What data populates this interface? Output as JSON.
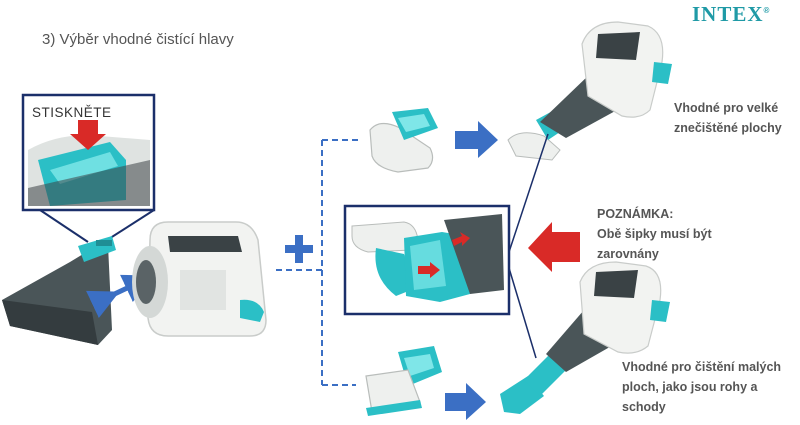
{
  "header": {
    "step_title": "3) Výběr vhodné čistící hlavy",
    "brand": "INTEX",
    "brand_mark": "®"
  },
  "callouts": {
    "press_label": "STISKNĚTE",
    "large_surfaces": "Vhodné pro velké znečištěné plochy",
    "note_title": "POZNÁMKA:",
    "note_text": "Obě šipky musí být zarovnány",
    "small_surfaces": "Vhodné pro čištění malých ploch, jako jsou rohy a schody"
  },
  "colors": {
    "teal": "#2bbfc6",
    "dark_teal": "#1f8e95",
    "arrow_blue": "#3b6fc4",
    "frame_navy": "#1b2f6a",
    "alert_red": "#d92a27",
    "body_white": "#f2f3f1",
    "nozzle_grey": "#4a5558"
  }
}
